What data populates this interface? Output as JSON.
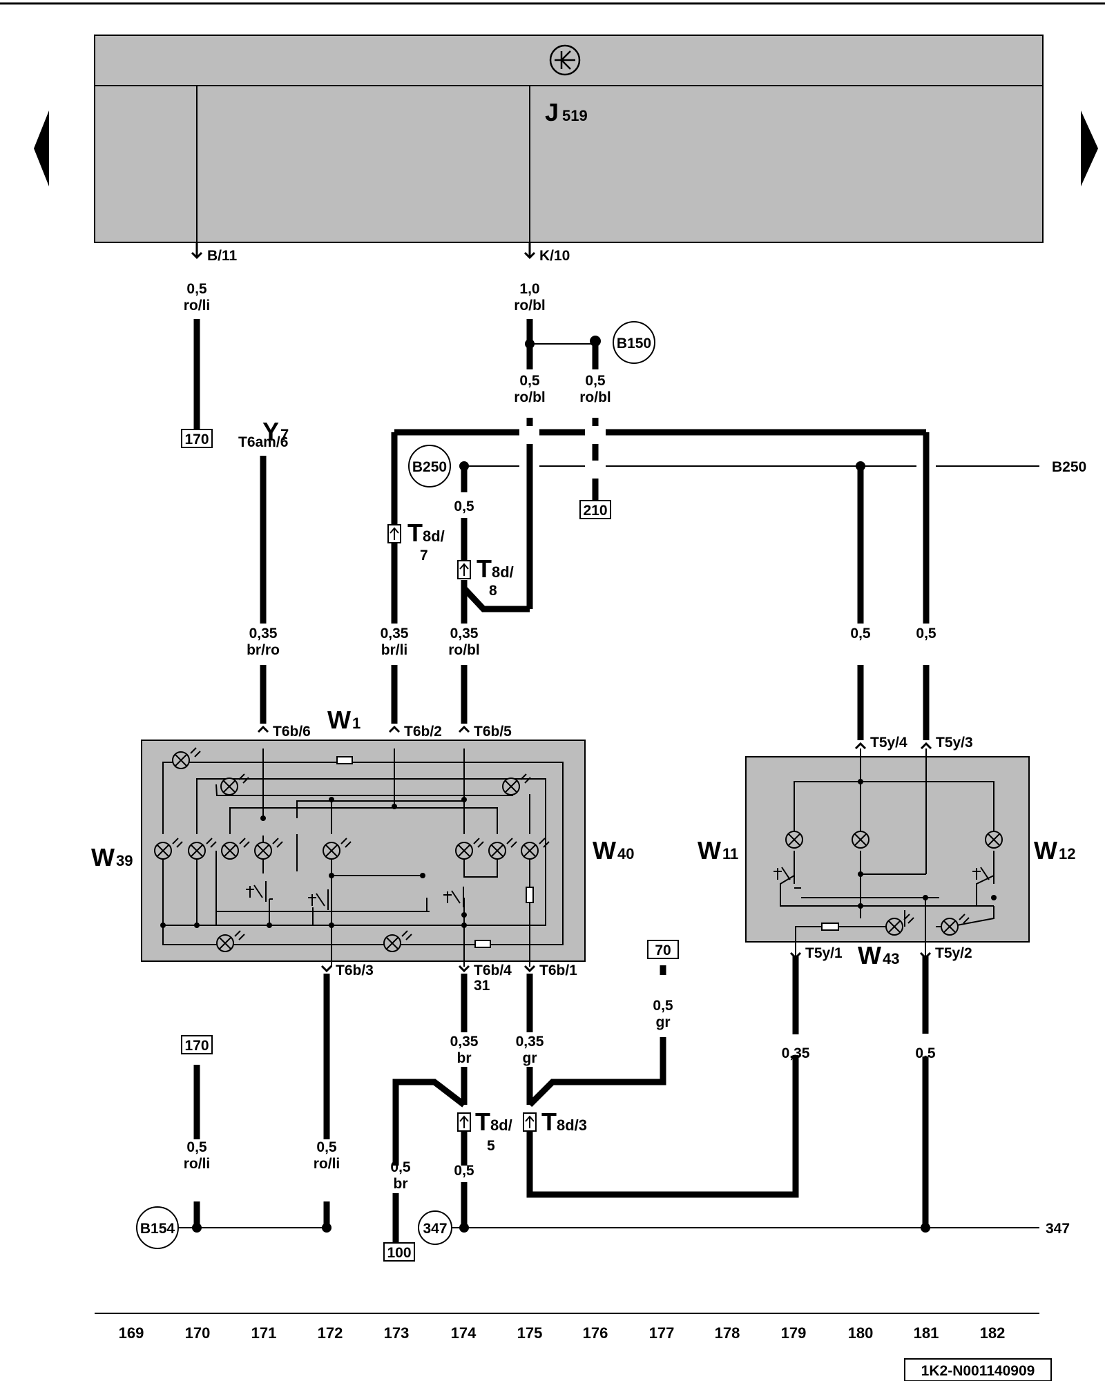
{
  "components": {
    "j519": {
      "main": "J",
      "sub": "519"
    },
    "y7": {
      "main": "Y",
      "sub": "7",
      "pin": "T6am/6"
    },
    "w1": {
      "main": "W",
      "sub": "1"
    },
    "w39": {
      "main": "W",
      "sub": "39"
    },
    "w40": {
      "main": "W",
      "sub": "40"
    },
    "w11": {
      "main": "W",
      "sub": "11"
    },
    "w12": {
      "main": "W",
      "sub": "12"
    },
    "w43": {
      "main": "W",
      "sub": "43"
    }
  },
  "connectors": {
    "t8d7": {
      "main": "T",
      "sub": "8d/",
      "pin": "7"
    },
    "t8d8": {
      "main": "T",
      "sub": "8d/",
      "pin": "8"
    },
    "t8d5": {
      "main": "T",
      "sub": "8d/",
      "pin": "5"
    },
    "t8d3": {
      "main": "T",
      "sub": "8d/3"
    }
  },
  "splices": {
    "b150": "B150",
    "b250": "B250",
    "b154": "B154",
    "g347": "347"
  },
  "pins": [
    "B/11",
    "K/10",
    "T6b/6",
    "T6b/2",
    "T6b/5",
    "T6b/3",
    "T6b/4",
    "31",
    "T6b/1",
    "T5y/4",
    "T5y/3",
    "T5y/1",
    "T5y/2"
  ],
  "wire_specs": [
    {
      "size": "0,5",
      "color": "ro/li"
    },
    {
      "size": "1,0",
      "color": "ro/bl"
    },
    {
      "size": "0,5",
      "color": "ro/bl"
    },
    {
      "size": "0,5",
      "color": "ro/bl"
    },
    {
      "size": "0,5",
      "color": ""
    },
    {
      "size": "0,35",
      "color": "br/ro"
    },
    {
      "size": "0,35",
      "color": "br/li"
    },
    {
      "size": "0,35",
      "color": "ro/bl"
    },
    {
      "size": "0,5",
      "color": ""
    },
    {
      "size": "0,5",
      "color": ""
    },
    {
      "size": "0,5",
      "color": "gr"
    },
    {
      "size": "0,35",
      "color": "br"
    },
    {
      "size": "0,35",
      "color": "gr"
    },
    {
      "size": "0,35",
      "color": ""
    },
    {
      "size": "0,5",
      "color": ""
    },
    {
      "size": "0,5",
      "color": "ro/li"
    },
    {
      "size": "0,5",
      "color": "ro/li"
    },
    {
      "size": "0,5",
      "color": "br"
    },
    {
      "size": "0,5",
      "color": ""
    }
  ],
  "line_refs": {
    "b250_right": "B250",
    "g347_right": "347"
  },
  "reference_boxes": [
    "170",
    "210",
    "70",
    "170",
    "100"
  ],
  "columns": [
    "169",
    "170",
    "171",
    "172",
    "173",
    "174",
    "175",
    "176",
    "177",
    "178",
    "179",
    "180",
    "181",
    "182"
  ],
  "document_code": "1K2-N001140909"
}
